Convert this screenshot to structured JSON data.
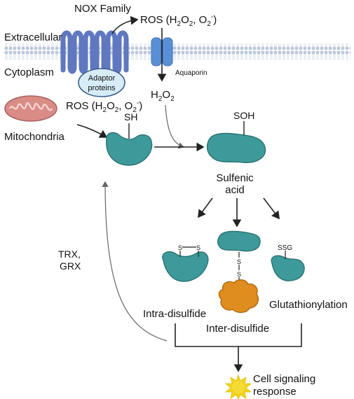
{
  "labels": {
    "nox_family": "NOX Family",
    "ros_top": "ROS (H",
    "ros_top_h2o2_sub": "2",
    "ros_top_o": "O",
    "ros_top_o_sub": "2",
    "ros_top_comma_o2": ", O",
    "ros_top_o2_sub": "2",
    "ros_top_o2_sup": "-",
    "ros_top_close": ")",
    "extracellular": "Extracellular",
    "cytoplasm": "Cytoplasm",
    "adaptor_line1": "Adaptor",
    "adaptor_line2": "proteins",
    "aquaporin": "Aquaporin",
    "h2o2_h": "H",
    "h2o2_sub1": "2",
    "h2o2_o": "O",
    "h2o2_sub2": "2",
    "ros_mito": "ROS (H",
    "ros_mito_sub1": "2",
    "ros_mito_o": "O",
    "ros_mito_sub2": "2",
    "ros_mito_comma_o2": ", O",
    "ros_mito_o2_sub": "2",
    "ros_mito_o2_sup": "-",
    "ros_mito_close": ")",
    "mitochondria": "Mitochondria",
    "sh": "SH",
    "soh": "SOH",
    "sulfenic_line1": "Sulfenic",
    "sulfenic_line2": "acid",
    "trx": "TRX,",
    "grx": "GRX",
    "s_left": "S",
    "s_right": "S",
    "s_mid1": "S",
    "s_mid2": "S",
    "ssg": "SSG",
    "intra_disulfide": "Intra-disulfide",
    "inter_disulfide": "Inter-disulfide",
    "glutathionylation": "Glutathionylation",
    "cell_signaling_line1": "Cell signaling",
    "cell_signaling_line2": "response"
  },
  "colors": {
    "protein": "#3e9a9a",
    "protein_dark": "#2b7373",
    "membrane": "#cfd9e8",
    "nox": "#6f86c7",
    "aquaporin": "#5a8fd6",
    "adaptor_fill": "#d7ecf7",
    "mito": "#d98b86",
    "glutathione_partner": "#e08d1f",
    "signal_burst": "#f2d21b"
  }
}
